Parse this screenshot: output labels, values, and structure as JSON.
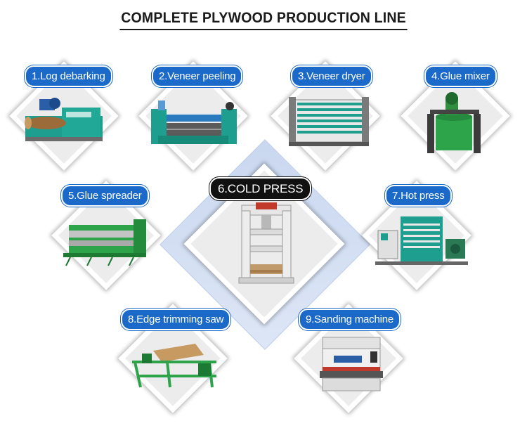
{
  "title": "COMPLETE PLYWOOD PRODUCTION LINE",
  "steps": [
    {
      "label": "1.Log debarking"
    },
    {
      "label": "2.Veneer peeling"
    },
    {
      "label": "3.Veneer dryer"
    },
    {
      "label": "4.Glue mixer"
    },
    {
      "label": "5.Glue spreader"
    },
    {
      "label": "6.COLD PRESS"
    },
    {
      "label": "7.Hot press"
    },
    {
      "label": "8.Edge trimming saw"
    },
    {
      "label": "9.Sanding machine"
    }
  ],
  "colors": {
    "label_blue": "#1b6ac9",
    "label_dark": "#111111",
    "machine_teal": "#1e9e8e",
    "machine_green": "#2ea44a"
  }
}
